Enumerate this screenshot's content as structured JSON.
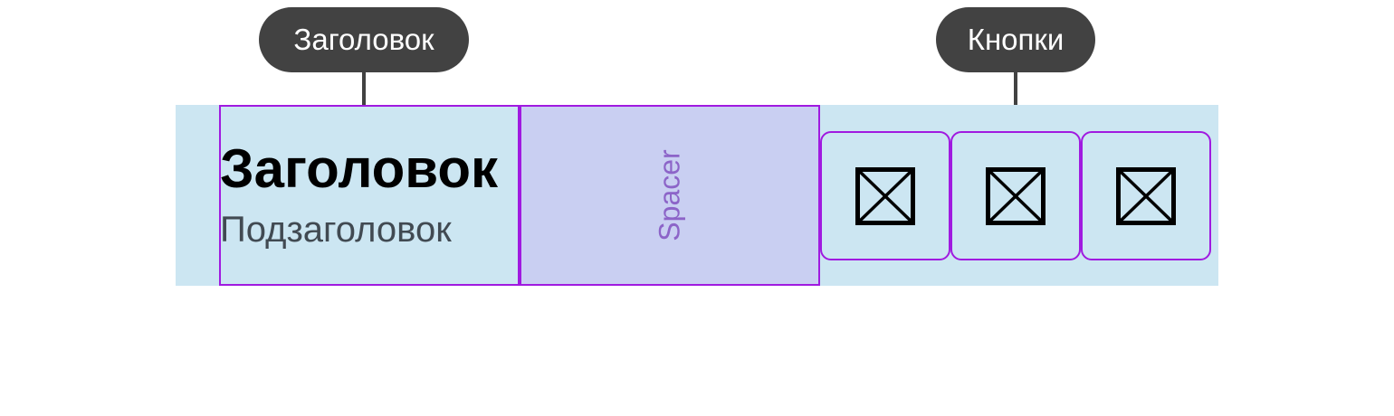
{
  "callouts": {
    "header_label": "Заголовок",
    "buttons_label": "Кнопки"
  },
  "toolbar": {
    "title": "Заголовок",
    "subtitle": "Подзаголовок",
    "spacer_label": "Spacer",
    "buttons": [
      {
        "icon": "placeholder-x-icon"
      },
      {
        "icon": "placeholder-x-icon"
      },
      {
        "icon": "placeholder-x-icon"
      }
    ]
  },
  "colors": {
    "callout_bg": "#424242",
    "bar_bg": "#cce6f2",
    "spacer_bg": "#c9cff2",
    "outline": "#a01ae0",
    "spacer_text": "#8c64c8"
  }
}
